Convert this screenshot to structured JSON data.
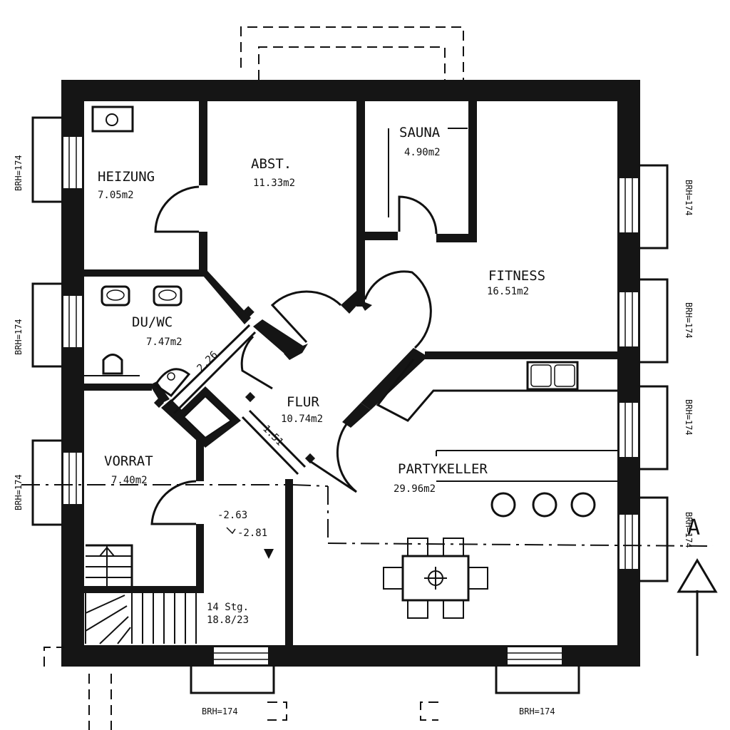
{
  "rooms": {
    "heizung": {
      "name": "HEIZUNG",
      "area": "7.05m2"
    },
    "abst": {
      "name": "ABST.",
      "area": "11.33m2"
    },
    "sauna": {
      "name": "SAUNA",
      "area": "4.90m2"
    },
    "fitness": {
      "name": "FITNESS",
      "area": "16.51m2"
    },
    "duwc": {
      "name": "DU/WC",
      "area": "7.47m2"
    },
    "flur": {
      "name": "FLUR",
      "area": "10.74m2"
    },
    "vorrat": {
      "name": "VORRAT",
      "area": "7.40m2"
    },
    "partykeller": {
      "name": "PARTYKELLER",
      "area": "29.96m2"
    }
  },
  "dimensions": {
    "d1": "2.26",
    "d2": "1.51"
  },
  "levels": {
    "l1": "-2.63",
    "l2": "-2.81"
  },
  "stair": {
    "line1": "14 Stg.",
    "line2": "18.8/23"
  },
  "window_label": "BRH=174",
  "section_marker": "A"
}
